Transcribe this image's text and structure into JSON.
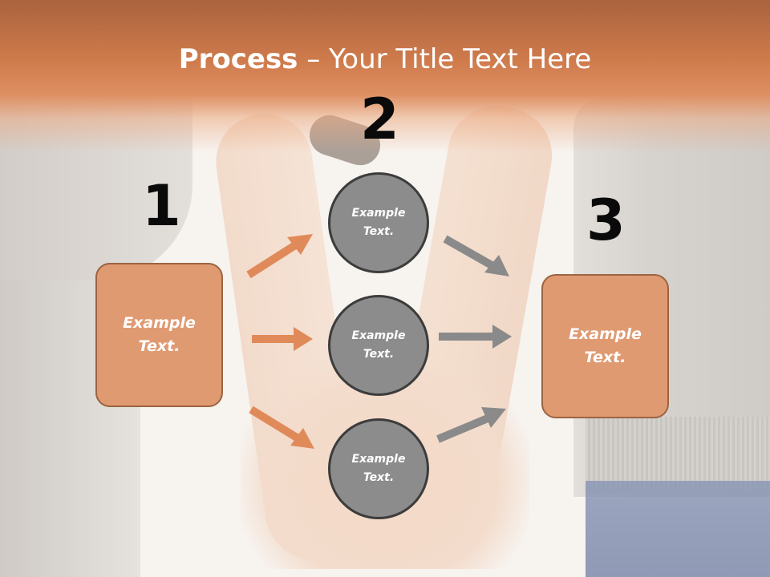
{
  "slide": {
    "title_bold": "Process",
    "title_rest": " – Your Title Text Here",
    "steps": [
      "1",
      "2",
      "3"
    ],
    "left_box": "Example Text.",
    "right_box": "Example Text.",
    "circles": [
      "Example Text.",
      "Example Text.",
      "Example Text."
    ]
  },
  "colors": {
    "accent": "#d67f4f",
    "box_fill": "#e09a72",
    "box_border": "#9b6440",
    "circle_fill": "#8c8c8c",
    "circle_border": "#3c3c3c",
    "arrow_orange": "#e08a5a",
    "arrow_gray": "#8a8a8a"
  }
}
